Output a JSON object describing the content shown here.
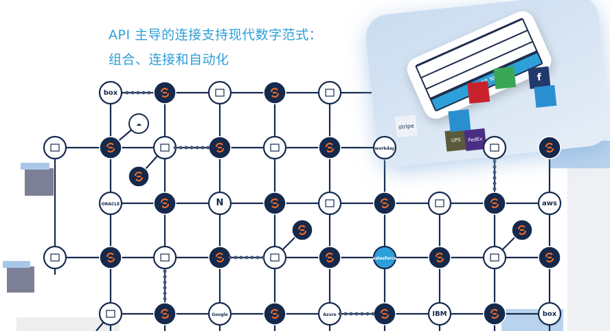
{
  "header": {
    "title_line1": "API 主导的连接支持现代数字范式：",
    "title_line2": "组合、连接和自动化"
  },
  "colors": {
    "accent": "#2d9fd9",
    "node_dark": "#15294d",
    "sync": "#f26b21",
    "line": "#15294d"
  },
  "nodes": [
    {
      "col": 1,
      "row": 0,
      "type": "app",
      "label": "box"
    },
    {
      "col": 2,
      "row": 0,
      "type": "api"
    },
    {
      "col": 3,
      "row": 0,
      "type": "app",
      "icon": "credit-card-icon"
    },
    {
      "col": 4,
      "row": 0,
      "type": "api"
    },
    {
      "col": 5,
      "row": 0,
      "type": "app",
      "icon": "person-icon"
    },
    {
      "col": 0,
      "row": 1,
      "type": "app",
      "icon": "list-icon"
    },
    {
      "col": 1,
      "row": 1,
      "type": "api"
    },
    {
      "col": 2,
      "row": 1,
      "type": "app",
      "icon": "satellite-icon"
    },
    {
      "col": 3,
      "row": 1,
      "type": "api"
    },
    {
      "col": 4,
      "row": 1,
      "type": "app",
      "icon": "document-icon"
    },
    {
      "col": 5,
      "row": 1,
      "type": "api"
    },
    {
      "col": 6,
      "row": 1,
      "type": "app",
      "label": "workday"
    },
    {
      "col": 8,
      "row": 1,
      "type": "app",
      "icon": "laptop-icon"
    },
    {
      "col": 9,
      "row": 1,
      "type": "api"
    },
    {
      "col": 1,
      "row": 2,
      "type": "app",
      "label": "ORACLE"
    },
    {
      "col": 2,
      "row": 2,
      "type": "api"
    },
    {
      "col": 3,
      "row": 2,
      "type": "app",
      "label": "N"
    },
    {
      "col": 4,
      "row": 2,
      "type": "api"
    },
    {
      "col": 5,
      "row": 2,
      "type": "app",
      "icon": "grid-icon"
    },
    {
      "col": 6,
      "row": 2,
      "type": "api"
    },
    {
      "col": 7,
      "row": 2,
      "type": "app",
      "icon": "cart-icon"
    },
    {
      "col": 8,
      "row": 2,
      "type": "api"
    },
    {
      "col": 9,
      "row": 2,
      "type": "app",
      "label": "aws"
    },
    {
      "col": 0,
      "row": 3,
      "type": "app",
      "icon": "building-icon"
    },
    {
      "col": 1,
      "row": 3,
      "type": "api"
    },
    {
      "col": 2,
      "row": 3,
      "type": "app",
      "icon": "bank-icon"
    },
    {
      "col": 3,
      "row": 3,
      "type": "api"
    },
    {
      "col": 4,
      "row": 3,
      "type": "app",
      "icon": "window-icon"
    },
    {
      "col": 5,
      "row": 3,
      "type": "api"
    },
    {
      "col": 6,
      "row": 3,
      "type": "app",
      "label": "salesforce"
    },
    {
      "col": 7,
      "row": 3,
      "type": "api"
    },
    {
      "col": 8,
      "row": 3,
      "type": "app",
      "icon": "router-icon"
    },
    {
      "col": 9,
      "row": 3,
      "type": "api"
    },
    {
      "col": 1,
      "row": 4,
      "type": "app",
      "icon": "bar-chart-icon"
    },
    {
      "col": 2,
      "row": 4,
      "type": "api"
    },
    {
      "col": 3,
      "row": 4,
      "type": "app",
      "label": "Google"
    },
    {
      "col": 4,
      "row": 4,
      "type": "api"
    },
    {
      "col": 5,
      "row": 4,
      "type": "app",
      "label": "Azure"
    },
    {
      "col": 6,
      "row": 4,
      "type": "api"
    },
    {
      "col": 7,
      "row": 4,
      "type": "app",
      "label": "IBM"
    },
    {
      "col": 8,
      "row": 4,
      "type": "api"
    },
    {
      "col": 9,
      "row": 4,
      "type": "app",
      "label": "box"
    }
  ],
  "card": {
    "button": "ORDER NOW",
    "cubes": [
      "stripe",
      "UPS",
      "FedEx",
      "f"
    ]
  }
}
